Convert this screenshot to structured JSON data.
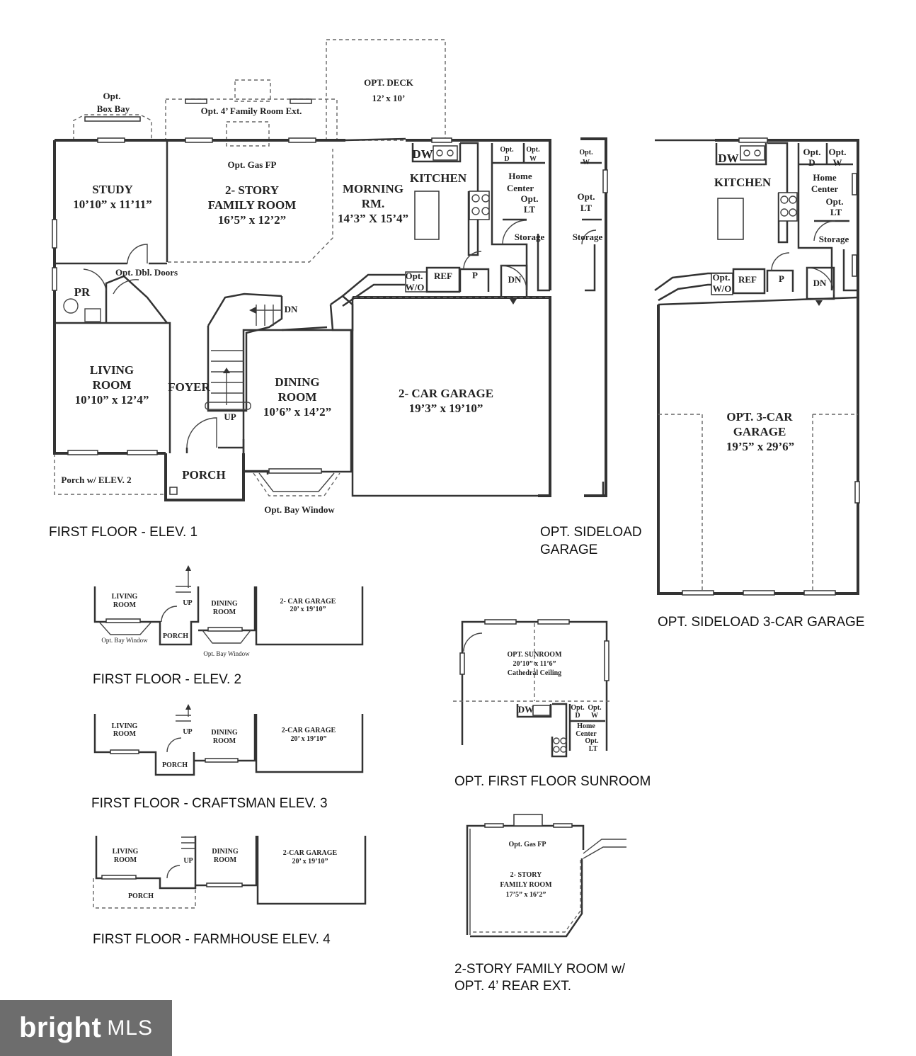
{
  "floor_plan": {
    "rooms": {
      "opt_deck": "OPT. DECK",
      "opt_deck_size": "12’ x 10’",
      "opt_box_bay_1": "Opt.",
      "opt_box_bay_2": "Box Bay",
      "opt_family_ext": "Opt. 4’ Family Room Ext.",
      "opt_gas_fp": "Opt. Gas FP",
      "study": "STUDY",
      "study_size": "10’10” x 11’11”",
      "family_1": "2- STORY",
      "family_2": "FAMILY ROOM",
      "family_size": "16’5” x 12’2”",
      "morning_1": "MORNING",
      "morning_2": "RM.",
      "morning_size": "14’3” X 15’4”",
      "kitchen": "KITCHEN",
      "dw": "DW",
      "opt_d_1": "Opt.",
      "opt_d_2": "D",
      "opt_w_1": "Opt.",
      "opt_w_2": "W",
      "home_center_1": "Home",
      "home_center_2": "Center",
      "opt_lt_1": "Opt.",
      "opt_lt_2": "LT",
      "storage": "Storage",
      "opt_dbl_doors": "Opt. Dbl. Doors",
      "pr": "PR",
      "opt_wo_1": "Opt.",
      "opt_wo_2": "W/O",
      "ref": "REF",
      "p": "P",
      "dn": "DN",
      "living_1": "LIVING",
      "living_2": "ROOM",
      "living_size": "10’10” x 12’4”",
      "foyer": "FOYER",
      "dining_1": "DINING",
      "dining_2": "ROOM",
      "dining_size": "10’6” x 14’2”",
      "up": "UP",
      "garage": "2- CAR GARAGE",
      "garage_size": "19’3” x 19’10”",
      "porch": "PORCH",
      "porch_elev2": "Porch w/ ELEV. 2",
      "opt_bay_window": "Opt. Bay Window"
    },
    "caption": "FIRST FLOOR - ELEV. 1"
  },
  "sideload": {
    "opt_w_1": "Opt.",
    "opt_w_2": "W",
    "opt_lt_1": "Opt.",
    "opt_lt_2": "LT",
    "storage": "Storage",
    "caption_1": "OPT. SIDELOAD",
    "caption_2": "GARAGE"
  },
  "three_car": {
    "dw": "DW",
    "kitchen": "KITCHEN",
    "opt_d_1": "Opt.",
    "opt_d_2": "D",
    "opt_w_1": "Opt.",
    "opt_w_2": "W",
    "home_center_1": "Home",
    "home_center_2": "Center",
    "opt_lt_1": "Opt.",
    "opt_lt_2": "LT",
    "storage": "Storage",
    "opt_wo_1": "Opt.",
    "opt_wo_2": "W/O",
    "ref": "REF",
    "p": "P",
    "dn": "DN",
    "garage_1": "OPT. 3-CAR",
    "garage_2": "GARAGE",
    "garage_size": "19’5” x 29’6”",
    "caption": "OPT. SIDELOAD 3-CAR GARAGE"
  },
  "elev2": {
    "living_1": "LIVING",
    "living_2": "ROOM",
    "dining_1": "DINING",
    "dining_2": "ROOM",
    "up": "UP",
    "garage": "2- CAR GARAGE",
    "garage_size": "20’ x 19’10”",
    "porch": "PORCH",
    "bay_left": "Opt. Bay Window",
    "bay_right": "Opt. Bay Window",
    "caption": "FIRST FLOOR - ELEV. 2"
  },
  "elev3": {
    "living_1": "LIVING",
    "living_2": "ROOM",
    "dining_1": "DINING",
    "dining_2": "ROOM",
    "up": "UP",
    "garage": "2-CAR GARAGE",
    "garage_size": "20’ x 19’10”",
    "porch": "PORCH",
    "caption": "FIRST FLOOR - CRAFTSMAN ELEV. 3"
  },
  "elev4": {
    "living_1": "LIVING",
    "living_2": "ROOM",
    "dining_1": "DINING",
    "dining_2": "ROOM",
    "up": "UP",
    "garage": "2-CAR GARAGE",
    "garage_size": "20’ x 19’10”",
    "porch": "PORCH",
    "caption": "FIRST FLOOR - FARMHOUSE ELEV. 4"
  },
  "sunroom": {
    "title": "OPT. SUNROOM",
    "size": "20’10” x 11’6”",
    "ceiling": "Cathedral Ceiling",
    "dw": "DW",
    "opt_d_1": "Opt.",
    "opt_d_2": "D",
    "opt_w_1": "Opt.",
    "opt_w_2": "W",
    "home_center_1": "Home",
    "home_center_2": "Center",
    "opt_lt_1": "Opt.",
    "opt_lt_2": "LT",
    "caption": "OPT. FIRST FLOOR SUNROOM"
  },
  "family_ext": {
    "gas_fp": "Opt. Gas FP",
    "line_1": "2- STORY",
    "line_2": "FAMILY ROOM",
    "size": "17’5” x 16’2”",
    "caption_1": "2-STORY FAMILY ROOM w/",
    "caption_2": "OPT. 4’ REAR EXT."
  },
  "watermark": {
    "brand": "bright",
    "mls": "MLS"
  }
}
